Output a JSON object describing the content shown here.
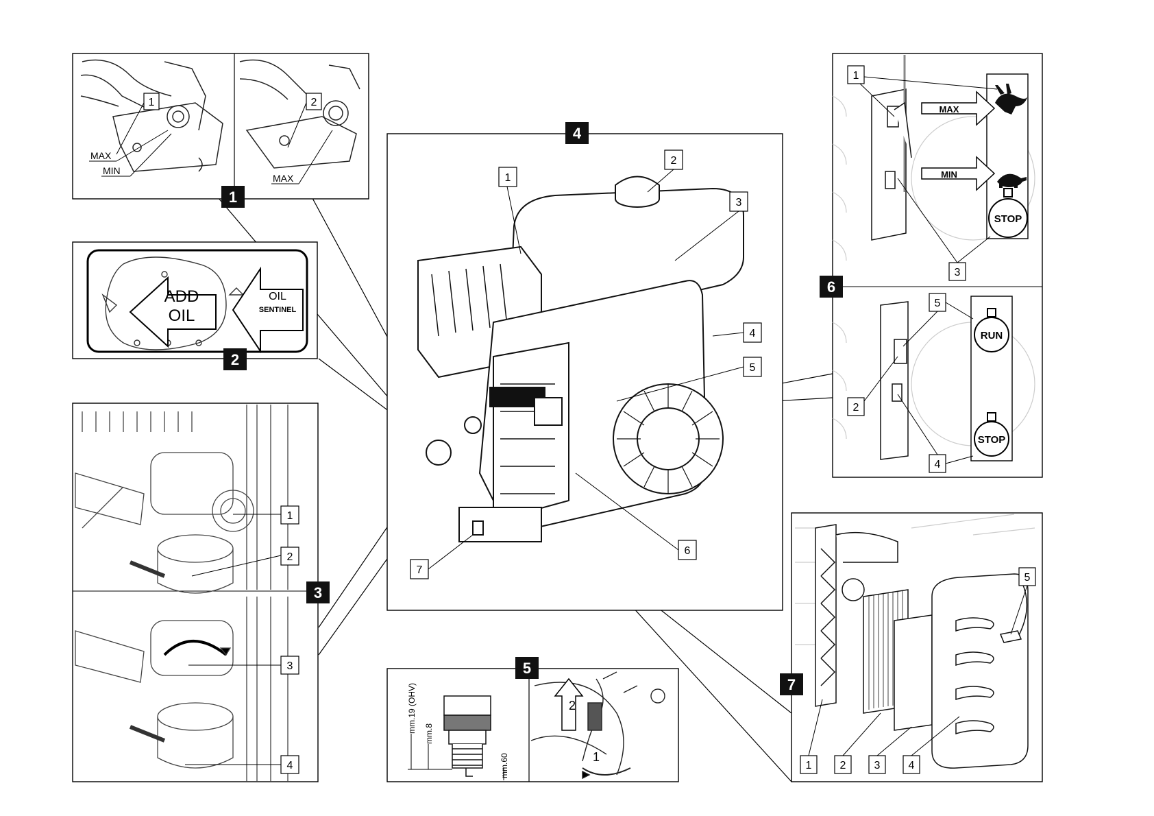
{
  "panels": {
    "p1": {
      "badge": "1",
      "callouts": [
        "1",
        "2"
      ],
      "labels": {
        "max_a": "MAX",
        "min": "MIN",
        "max_b": "MAX"
      }
    },
    "p2": {
      "badge": "2",
      "sign": {
        "add": "ADD",
        "oil": "OIL",
        "oil2": "OIL",
        "sentinel": "SENTINEL"
      }
    },
    "p3": {
      "badge": "3",
      "callouts": [
        "1",
        "2",
        "3",
        "4"
      ]
    },
    "p4": {
      "badge": "4",
      "callouts": [
        "1",
        "2",
        "3",
        "4",
        "5",
        "6",
        "7"
      ]
    },
    "p5": {
      "badge": "5",
      "dims": {
        "d19": "mm.19 (OHV)",
        "d8": "mm.8",
        "d60": "mm.60"
      },
      "arrow_label": "2",
      "turn_label": "1"
    },
    "p6": {
      "badge": "6",
      "callouts": [
        "1",
        "3",
        "5",
        "2",
        "4"
      ],
      "signs": {
        "max": "MAX",
        "min": "MIN",
        "stop_a": "STOP",
        "run": "RUN",
        "stop_b": "STOP"
      }
    },
    "p7": {
      "badge": "7",
      "callouts": [
        "5",
        "1",
        "2",
        "3",
        "4"
      ]
    }
  },
  "icons": [
    "hare-icon",
    "turtle-icon",
    "oil-can-icon"
  ]
}
